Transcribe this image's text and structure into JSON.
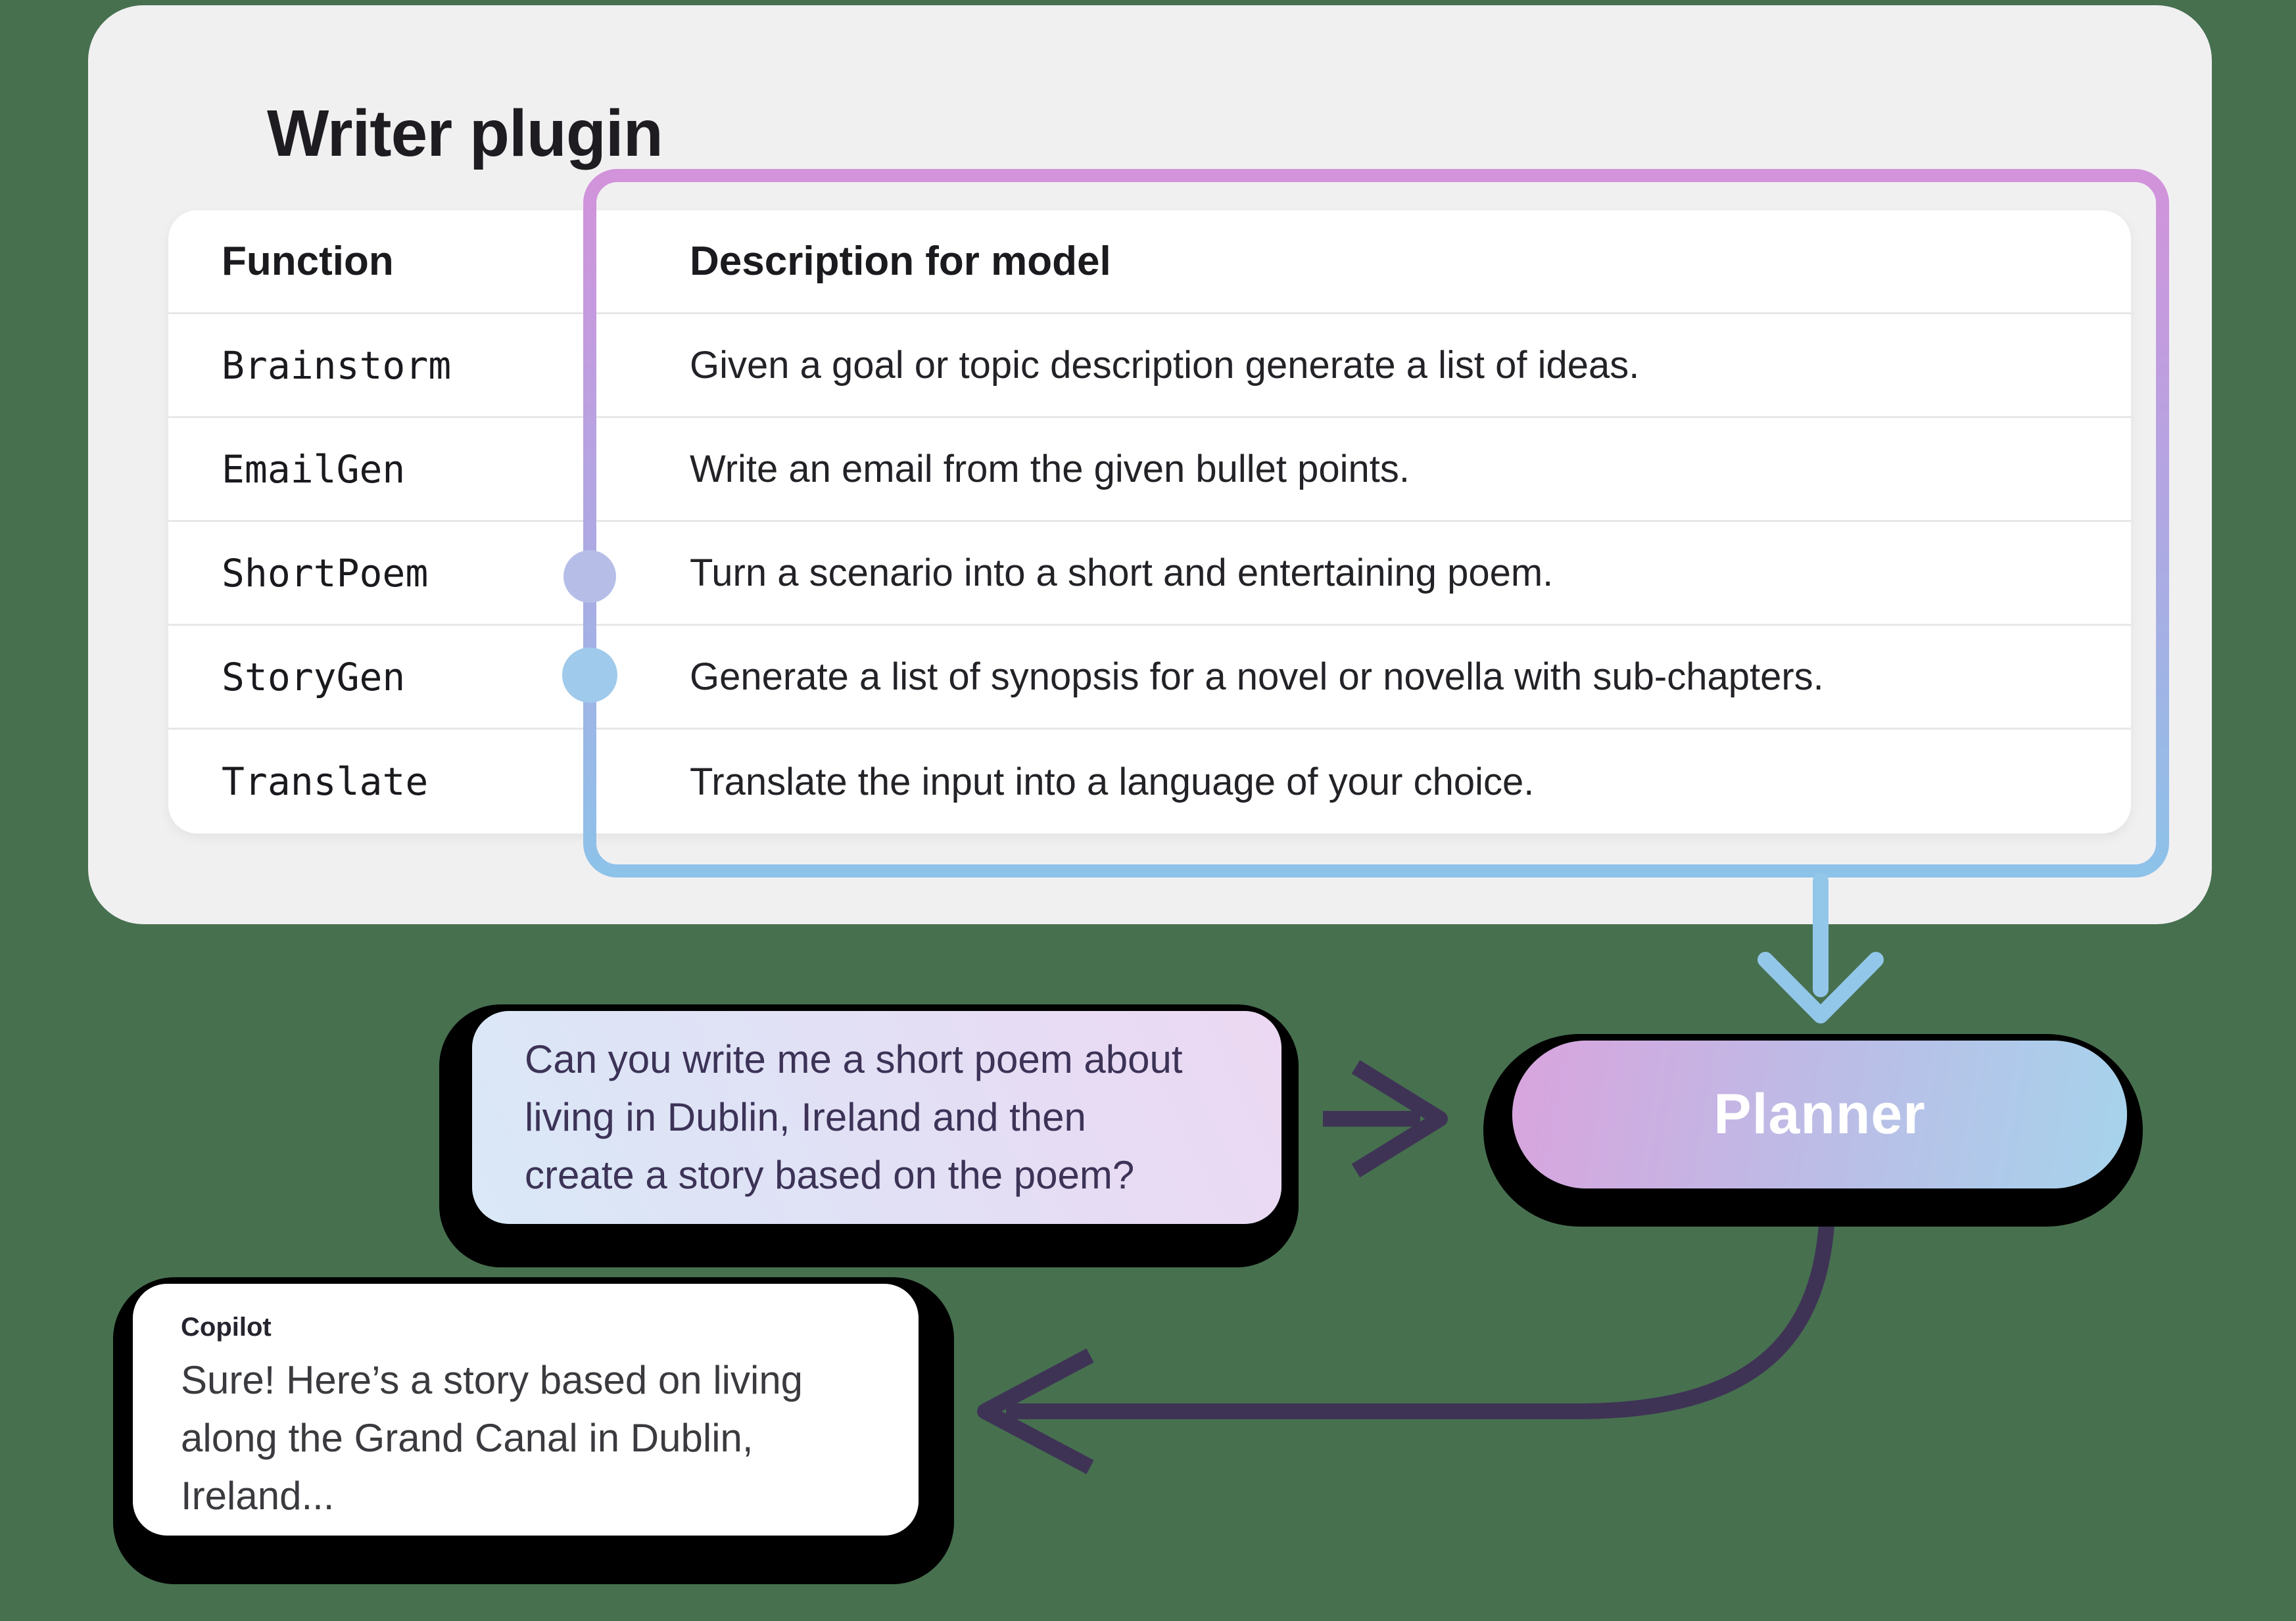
{
  "writer_card": {
    "title": "Writer plugin"
  },
  "table": {
    "headers": {
      "function": "Function",
      "description": "Description for model"
    },
    "rows": [
      {
        "function": "Brainstorm",
        "description": "Given a goal or topic description generate a list of ideas."
      },
      {
        "function": "EmailGen",
        "description": "Write an email from the given bullet points."
      },
      {
        "function": "ShortPoem",
        "description": "Turn a scenario into a short and entertaining poem."
      },
      {
        "function": "StoryGen",
        "description": "Generate a list of synopsis for a novel or novella with sub-chapters."
      },
      {
        "function": "Translate",
        "description": "Translate the input into a language of your choice."
      }
    ],
    "dots": [
      {
        "row": "ShortPoem",
        "color": "#B6BEE8"
      },
      {
        "row": "StoryGen",
        "color": "#9FCAEB"
      }
    ]
  },
  "flow": {
    "planner_label": "Planner"
  },
  "user_bubble": {
    "lines": [
      "Can you write me a short poem about",
      "living in Dublin, Ireland and then",
      "create a story based on the poem?"
    ]
  },
  "copilot_bubble": {
    "author": "Copilot",
    "lines": [
      "Sure! Here’s a story based on living",
      "along the Grand Canal in Dublin,",
      "Ireland..."
    ]
  },
  "colors": {
    "page_background": "#47704F",
    "card_background": "#F1F0F1",
    "frame_gradient_top": "#D293DB",
    "frame_gradient_bottom": "#8DC2E9",
    "blue_arrow": "#93C7EA",
    "dark_arrow": "#3E3355",
    "planner_gradient_left": "#D9A4DE",
    "planner_gradient_right": "#A6D3EC",
    "user_bubble_gradient_topright": "#ECD8F2",
    "user_bubble_gradient_bottomleft": "#D9E8F7"
  }
}
